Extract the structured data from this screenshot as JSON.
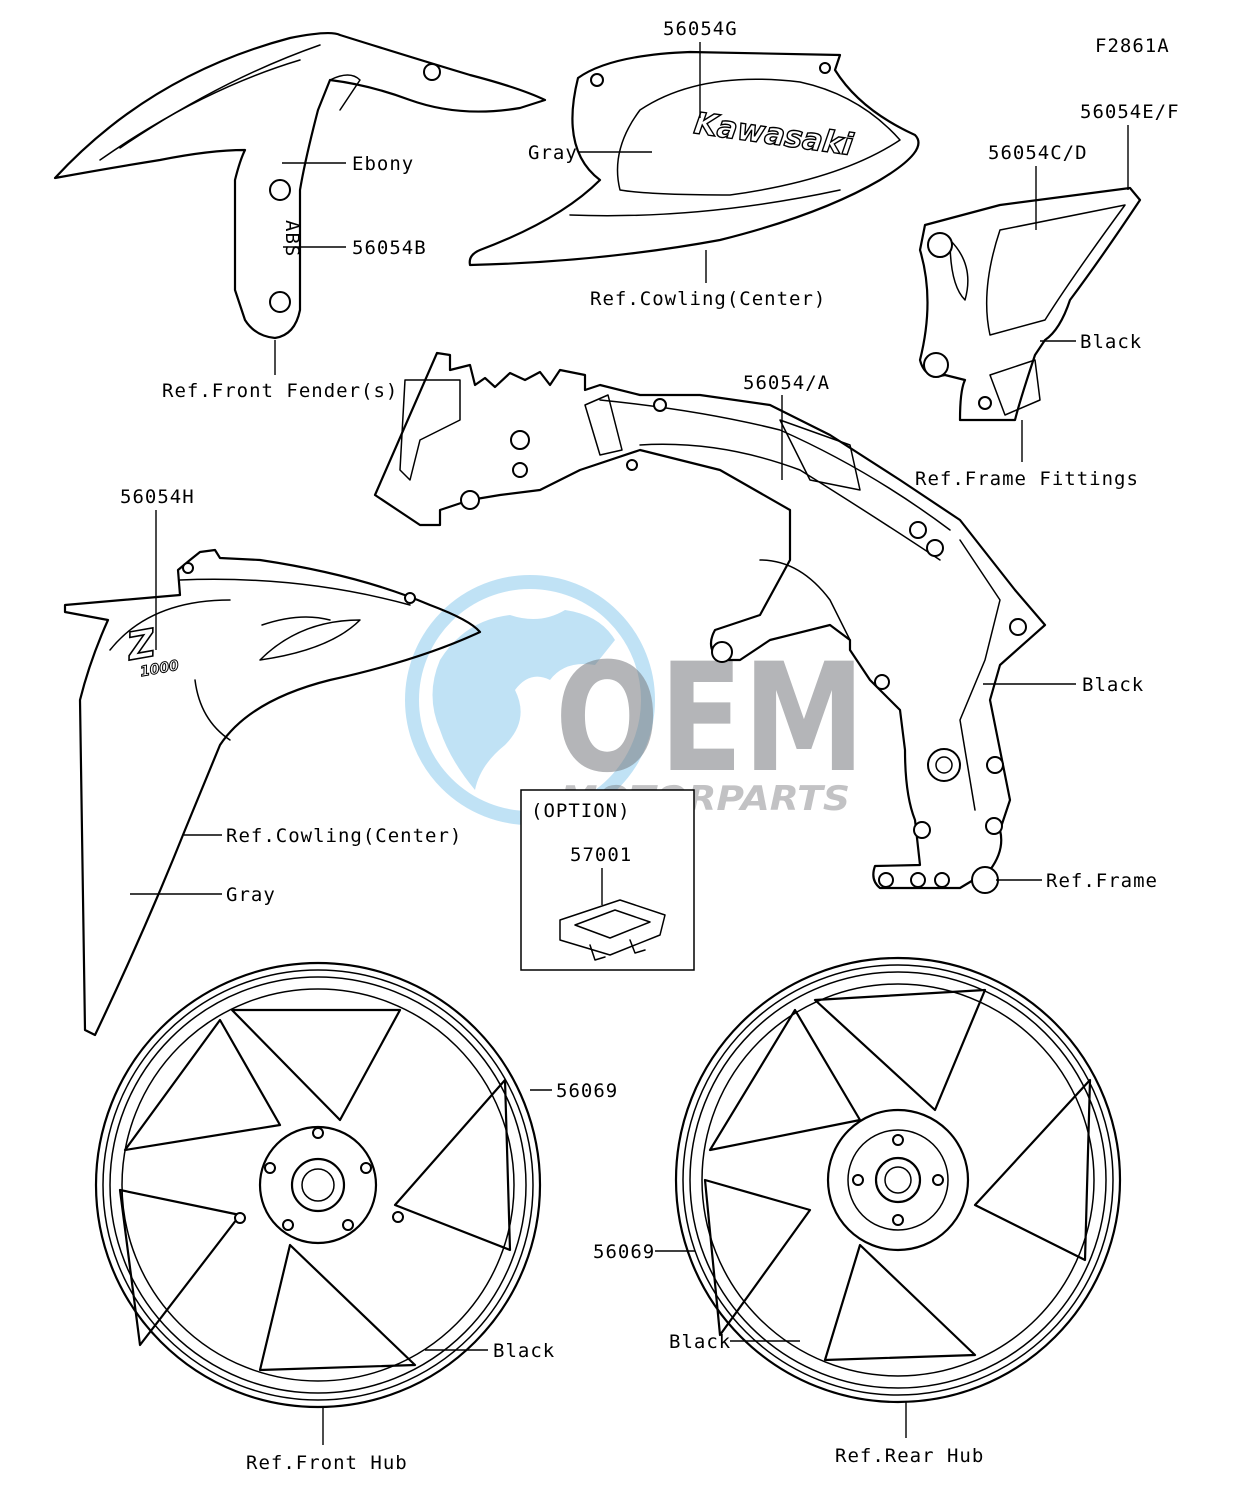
{
  "diagram_code": "F2861A",
  "watermark": {
    "brand": "OEM",
    "subtitle": "MOTORPARTS",
    "brand_color": "#5f6266",
    "globe_color": "#2b9fe0"
  },
  "labels": {
    "part_56054G": "56054G",
    "gray_top": "Gray",
    "ref_cowling_center_top": "Ref.Cowling(Center)",
    "part_56054EF": "56054E/F",
    "part_56054CD": "56054C/D",
    "black_fittings": "Black",
    "ref_frame_fittings": "Ref.Frame Fittings",
    "ebony": "Ebony",
    "part_56054B": "56054B",
    "ref_front_fender": "Ref.Front Fender(s)",
    "part_56054A": "56054/A",
    "part_56054H": "56054H",
    "black_frame": "Black",
    "option": "(OPTION)",
    "part_57001": "57001",
    "ref_cowling_center_left": "Ref.Cowling(Center)",
    "gray_left": "Gray",
    "ref_frame": "Ref.Frame",
    "part_56069_front": "56069",
    "part_56069_rear": "56069",
    "black_front_wheel": "Black",
    "black_rear_wheel": "Black",
    "ref_front_hub": "Ref.Front Hub",
    "ref_rear_hub": "Ref.Rear Hub"
  },
  "decal_text": {
    "cowl_brand": "Kawasaki",
    "fender_mark": "ABS",
    "z_badge": "Z",
    "z_badge_sub": "1000"
  }
}
